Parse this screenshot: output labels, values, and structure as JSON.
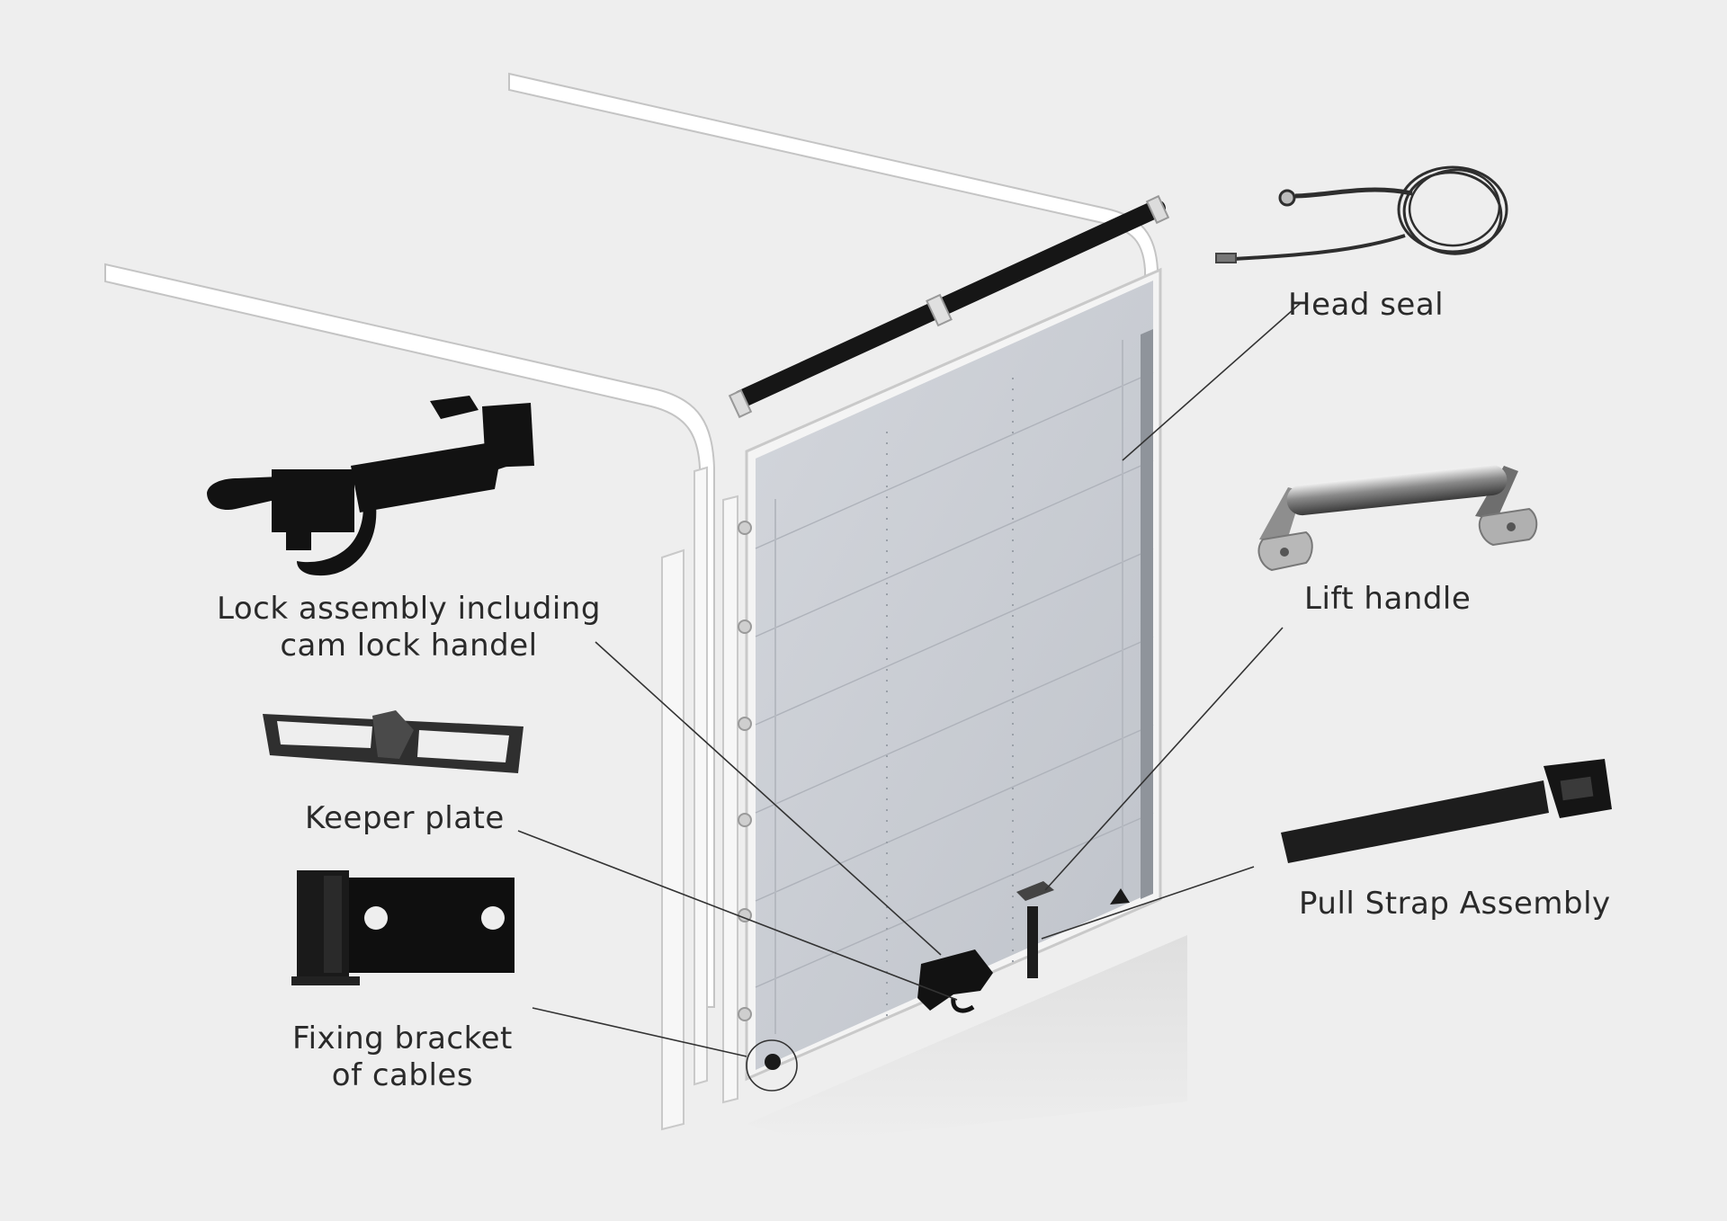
{
  "labels": {
    "head_seal": "Head seal",
    "lift_handle": "Lift handle",
    "pull_strap": "Pull Strap Assembly",
    "lock_assembly": [
      "Lock assembly including",
      "cam lock handel"
    ],
    "keeper_plate": "Keeper plate",
    "fixing_bracket": [
      "Fixing bracket",
      "of cables"
    ]
  },
  "colors": {
    "background": "#eeeeee",
    "door_panel": "#c9ccd3",
    "frame": "#e6e6e6",
    "hardware": "#111111",
    "leader_line": "#333333"
  },
  "icons": [
    "cable-icon",
    "lift-handle-icon",
    "pull-strap-icon",
    "lock-assembly-icon",
    "keeper-plate-icon",
    "fixing-bracket-icon"
  ]
}
